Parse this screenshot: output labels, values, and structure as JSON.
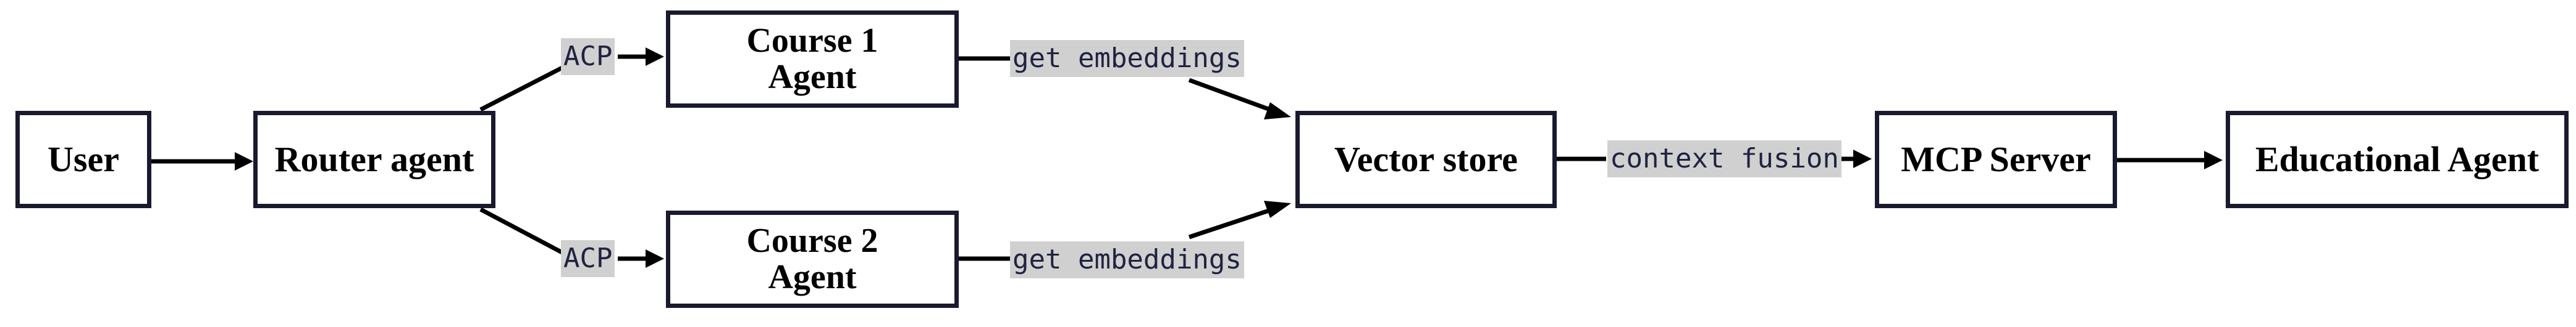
{
  "nodes": {
    "user": "User",
    "router": "Router agent",
    "course1": [
      "Course 1",
      "Agent"
    ],
    "course2": [
      "Course 2",
      "Agent"
    ],
    "vector": "Vector store",
    "mcp": "MCP Server",
    "edu": "Educational Agent"
  },
  "edges": {
    "acp_top": "ACP",
    "acp_bottom": "ACP",
    "embed_top": "get embeddings",
    "embed_bottom": "get embeddings",
    "fusion": "context fusion"
  },
  "colors": {
    "stroke": "#1a1a2e",
    "label_bg": "#d0d0d0"
  }
}
